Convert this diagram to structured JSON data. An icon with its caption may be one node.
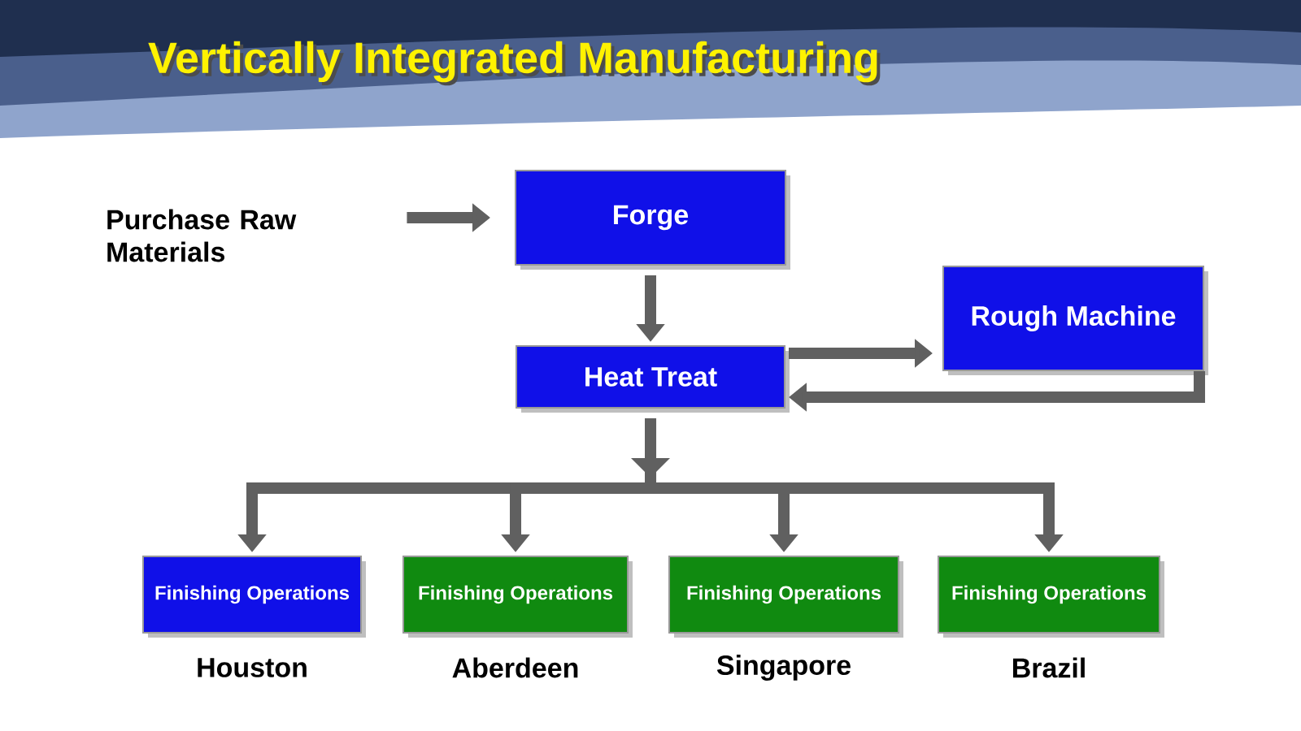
{
  "diagram": {
    "title": "Vertically Integrated Manufacturing",
    "nodes": [
      {
        "text": [
          "Purchase Raw Materials"
        ]
      },
      {
        "text": [
          "Forge"
        ]
      },
      {
        "text": [
          "Heat Treat"
        ]
      },
      {
        "text": [
          "Rough Machine"
        ]
      },
      {
        "text": [
          "Finishing Operations"
        ],
        "beside": [
          "Houston"
        ]
      },
      {
        "text": [
          "Finishing Operations"
        ],
        "beside": [
          "Aberdeen"
        ]
      },
      {
        "text": [
          "Finishing Operations"
        ],
        "beside": [
          "Singapore"
        ]
      },
      {
        "text": [
          "Finishing Operations"
        ],
        "beside": [
          "Brazil"
        ]
      }
    ],
    "edges": [
      {
        "from": 0,
        "to": 1,
        "arrow": "to"
      },
      {
        "from": 1,
        "to": 2,
        "arrow": "to"
      },
      {
        "from": 2,
        "to": 3,
        "arrow": "to"
      },
      {
        "from": 3,
        "to": 2,
        "arrow": "to"
      },
      {
        "from": 2,
        "to": 4,
        "arrow": "to"
      },
      {
        "from": 2,
        "to": 5,
        "arrow": "to"
      },
      {
        "from": 2,
        "to": 6,
        "arrow": "to"
      },
      {
        "from": 2,
        "to": 7,
        "arrow": "to"
      }
    ]
  }
}
